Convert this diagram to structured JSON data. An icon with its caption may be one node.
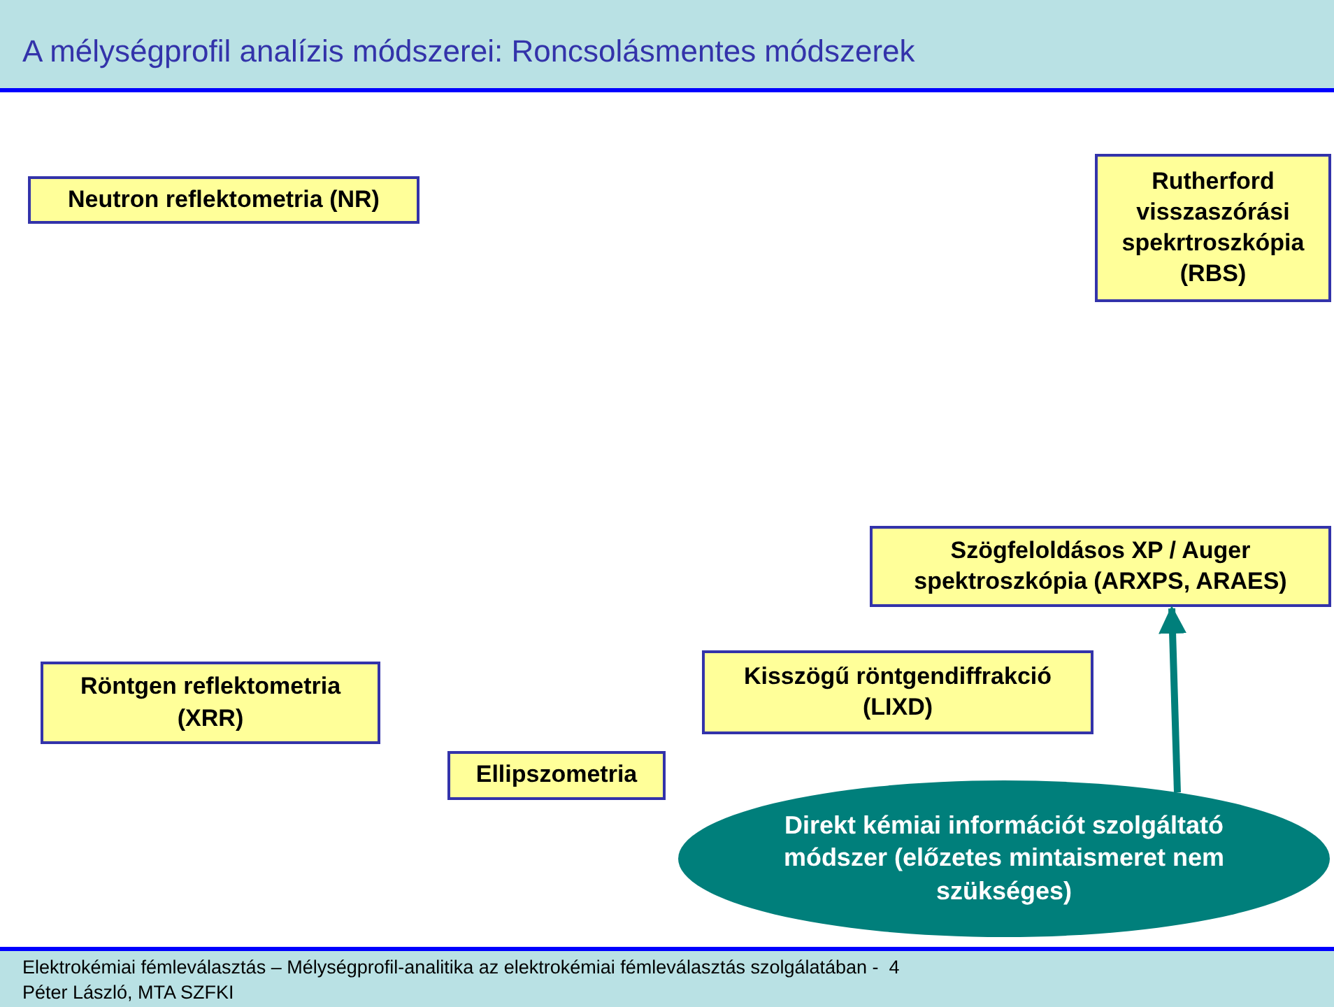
{
  "diagram": {
    "title": "A mélységprofil analízis módszerei: Roncsolásmentes módszerek",
    "nodes": [
      {
        "text": [
          "Neutron reflektometria (NR)"
        ]
      },
      {
        "text": [
          "Rutherford visszaszórási spekrtroszkópia (RBS)"
        ]
      },
      {
        "text": [
          "Szögfeloldásos XP / Auger spektroszkópia (ARXPS, ARAES)"
        ]
      },
      {
        "text": [
          "Röntgen reflektometria (XRR)"
        ]
      },
      {
        "text": [
          "Kisszögű röntgendiffrakció (LIXD)"
        ]
      },
      {
        "text": [
          "Ellipszometria"
        ]
      },
      {
        "text": [
          "Direkt kémiai információt szolgáltató módszer (előzetes mintaismeret nem szükséges)"
        ]
      }
    ],
    "edges": [
      {
        "from": 6,
        "to": 2,
        "arrow": "to",
        "color": "#007f7b"
      }
    ],
    "labels": [
      "Elektrokémiai fémleválasztás – Mélységprofil-analitika az elektrokémiai fémleválasztás szolgálatában -  4",
      "Péter László, MTA SZFKI"
    ]
  }
}
